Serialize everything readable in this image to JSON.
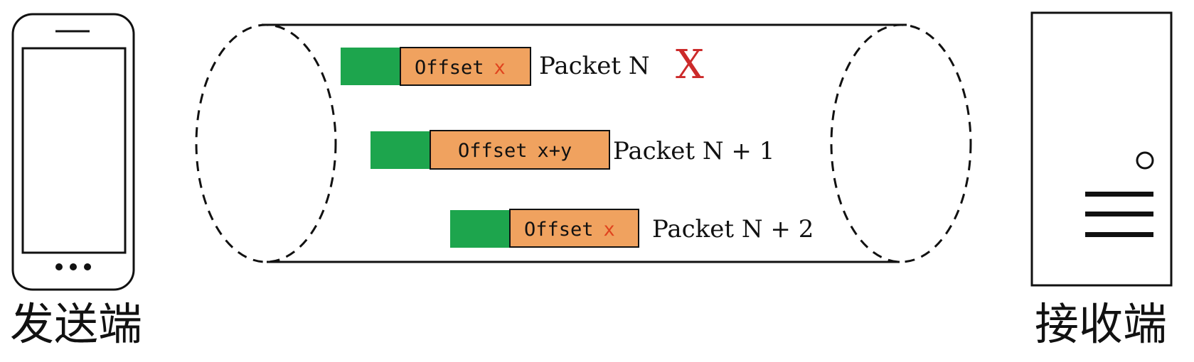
{
  "sender": {
    "label": "发送端"
  },
  "receiver": {
    "label": "接收端"
  },
  "packets": [
    {
      "offset_word": "Offset",
      "offset_value": "x",
      "label": "Packet N",
      "lost_mark": "X"
    },
    {
      "offset_word": "Offset",
      "offset_value": "x+y",
      "label": "Packet N + 1",
      "lost_mark": ""
    },
    {
      "offset_word": "Offset",
      "offset_value": "x",
      "label": "Packet N + 2",
      "lost_mark": ""
    }
  ],
  "colors": {
    "header": "#1da54d",
    "offset_box": "#f0a25f",
    "offset_value": "#e0431e",
    "lost_mark": "#cc2a2a",
    "stroke": "#111111"
  },
  "icons": {
    "sender": "smartphone-icon",
    "receiver": "server-tower-icon"
  }
}
